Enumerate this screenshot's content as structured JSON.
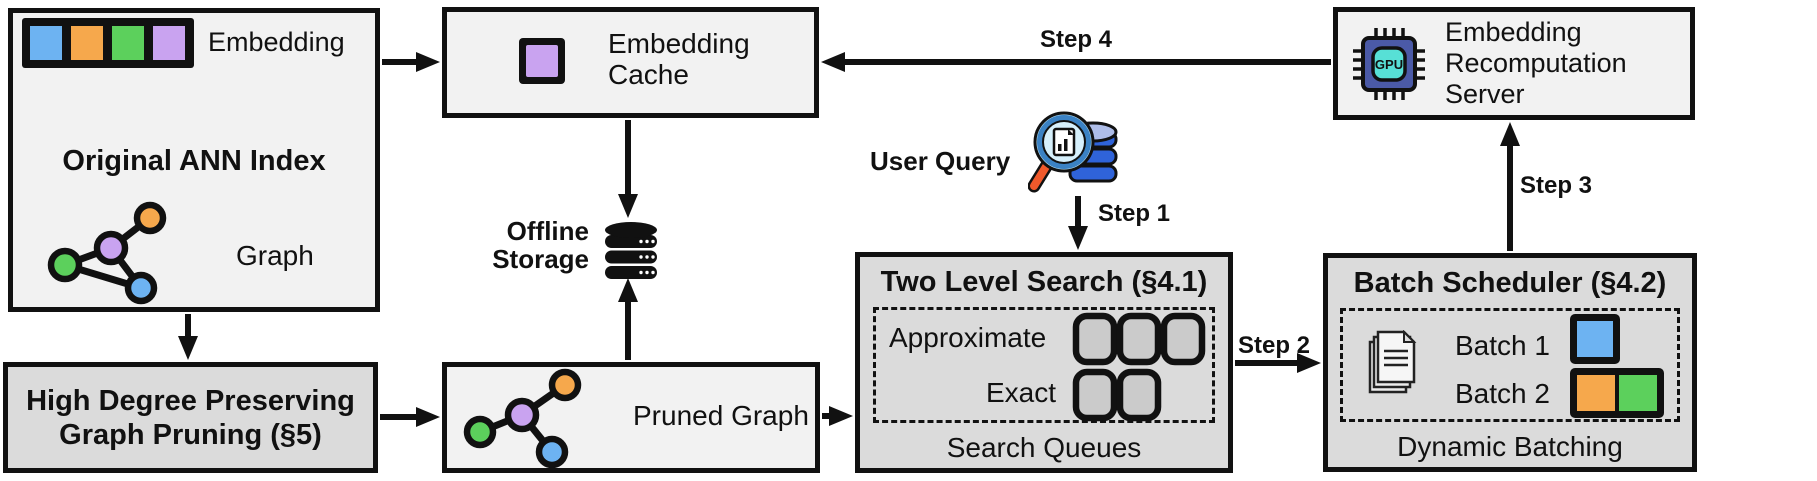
{
  "colors": {
    "blue": "#6db3f2",
    "orange": "#f6a84c",
    "green": "#5cd05c",
    "purple": "#c9a3f0",
    "box_light": "#f2f2f2",
    "box_dark": "#dbdbdb",
    "queue_fill": "#cbcbcb",
    "chip_body": "#4b5aa7",
    "chip_core": "#57e0d6",
    "db_blue": "#2f63d9",
    "db_top": "#aebde8",
    "handle_orange": "#f0592b",
    "lens_blue": "#b9e4f6",
    "rim_blue": "#3b82c4"
  },
  "ann_index": {
    "embedding_label": "Embedding",
    "title": "Original ANN Index",
    "graph_label": "Graph"
  },
  "pruning": {
    "line1": "High Degree Preserving",
    "line2": "Graph Pruning (§5)"
  },
  "cache": {
    "line1": "Embedding",
    "line2": "Cache"
  },
  "storage": {
    "line1": "Offline",
    "line2": "Storage"
  },
  "pruned_graph": {
    "label": "Pruned Graph"
  },
  "user_query": {
    "label": "User Query"
  },
  "steps": {
    "s1": "Step 1",
    "s2": "Step 2",
    "s3": "Step 3",
    "s4": "Step 4"
  },
  "search": {
    "title": "Two Level Search (§4.1)",
    "approximate": "Approximate",
    "exact": "Exact",
    "footer": "Search Queues"
  },
  "scheduler": {
    "title": "Batch Scheduler (§4.2)",
    "batch1": "Batch 1",
    "batch2": "Batch 2",
    "footer": "Dynamic Batching"
  },
  "server": {
    "line1": "Embedding",
    "line2": "Recomputation",
    "line3": "Server",
    "chip_label": "GPU"
  }
}
